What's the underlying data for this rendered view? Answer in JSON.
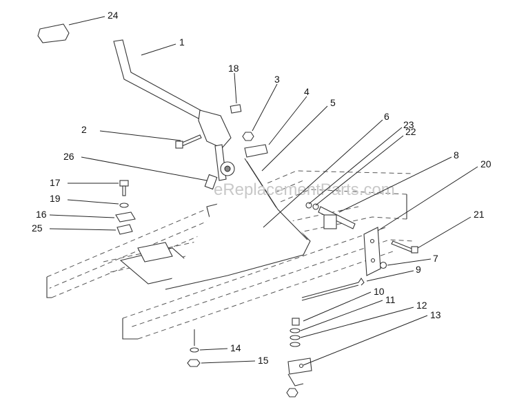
{
  "watermark": "eReplacementParts.com",
  "callouts": [
    {
      "id": "24",
      "label": "24"
    },
    {
      "id": "1",
      "label": "1"
    },
    {
      "id": "18",
      "label": "18"
    },
    {
      "id": "3",
      "label": "3"
    },
    {
      "id": "4",
      "label": "4"
    },
    {
      "id": "5",
      "label": "5"
    },
    {
      "id": "2",
      "label": "2"
    },
    {
      "id": "6",
      "label": "6"
    },
    {
      "id": "23",
      "label": "23"
    },
    {
      "id": "22",
      "label": "22"
    },
    {
      "id": "26",
      "label": "26"
    },
    {
      "id": "8",
      "label": "8"
    },
    {
      "id": "20",
      "label": "20"
    },
    {
      "id": "17",
      "label": "17"
    },
    {
      "id": "19",
      "label": "19"
    },
    {
      "id": "16",
      "label": "16"
    },
    {
      "id": "25",
      "label": "25"
    },
    {
      "id": "21",
      "label": "21"
    },
    {
      "id": "7",
      "label": "7"
    },
    {
      "id": "9",
      "label": "9"
    },
    {
      "id": "10",
      "label": "10"
    },
    {
      "id": "11",
      "label": "11"
    },
    {
      "id": "12",
      "label": "12"
    },
    {
      "id": "13",
      "label": "13"
    },
    {
      "id": "14",
      "label": "14"
    },
    {
      "id": "15",
      "label": "15"
    }
  ]
}
